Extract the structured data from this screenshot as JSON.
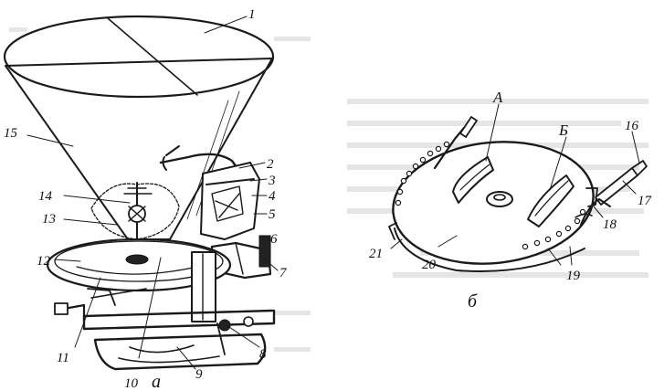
{
  "figure_a": {
    "sublabel": "а",
    "callouts": [
      "1",
      "2",
      "3",
      "4",
      "5",
      "6",
      "7",
      "8",
      "9",
      "10",
      "11",
      "12",
      "13",
      "14",
      "15"
    ]
  },
  "figure_b": {
    "sublabel": "б",
    "callouts": [
      "16",
      "17",
      "18",
      "19",
      "20",
      "21"
    ],
    "letters": [
      "А",
      "Б"
    ]
  },
  "colors": {
    "ink": "#1a1a1a",
    "paper": "#ffffff",
    "bleed": "#9a9a9a"
  }
}
